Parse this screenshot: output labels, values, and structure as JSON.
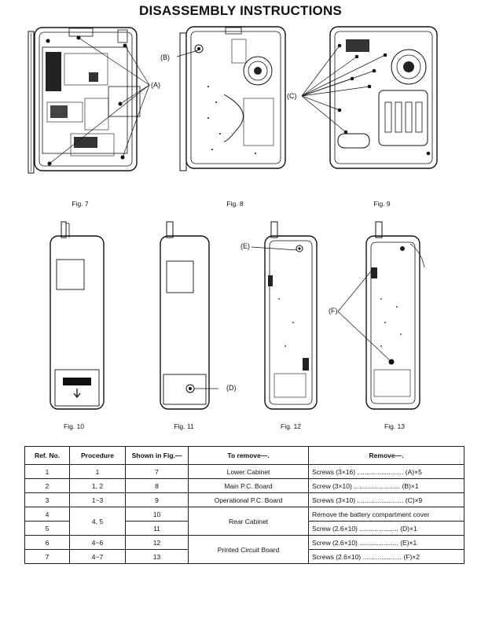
{
  "page": {
    "title": "DISASSEMBLY INSTRUCTIONS"
  },
  "figures": {
    "fig7": {
      "caption": "Fig. 7",
      "callouts": [
        "(A)"
      ]
    },
    "fig8": {
      "caption": "Fig. 8",
      "callouts": [
        "(B)"
      ]
    },
    "fig9": {
      "caption": "Fig. 9",
      "callouts": [
        "(C)"
      ]
    },
    "fig10": {
      "caption": "Fig. 10",
      "callouts": []
    },
    "fig11": {
      "caption": "Fig. 11",
      "callouts": [
        "(D)"
      ]
    },
    "fig12": {
      "caption": "Fig. 12",
      "callouts": [
        "(E)"
      ]
    },
    "fig13": {
      "caption": "Fig. 13",
      "callouts": [
        "(F)"
      ]
    }
  },
  "table": {
    "headers": [
      "Ref. No.",
      "Procedure",
      "Shown in Fig.—",
      "To remove—.",
      "Remove—."
    ],
    "rows": [
      {
        "ref": "1",
        "procedure": "1",
        "fig": "7",
        "part": "Lower Cabinet",
        "remove": "Screws  (3×16) ......................... (A)×5"
      },
      {
        "ref": "2",
        "procedure": "1, 2",
        "fig": "8",
        "part": "Main P.C. Board",
        "remove": "Screw    (3×10) ......................... (B)×1"
      },
      {
        "ref": "3",
        "procedure": "1~3",
        "fig": "9",
        "part": "Operational P.C. Board",
        "remove": "Screws  (3×10) ......................... (C)×9"
      },
      {
        "ref": "4",
        "procedure": "4, 5",
        "fig": "10",
        "part": "Rear Cabinet",
        "remove": "Remove the battery compartment cover"
      },
      {
        "ref": "5",
        "procedure": "",
        "fig": "11",
        "part": "",
        "remove": "Screw    (2.6×10) ..................... (D)×1"
      },
      {
        "ref": "6",
        "procedure": "4~6",
        "fig": "12",
        "part": "Printed Circuit Board",
        "remove": "Screw    (2.6×10) ..................... (E)×1"
      },
      {
        "ref": "7",
        "procedure": "4~7",
        "fig": "13",
        "part": "",
        "remove": "Screws  (2.6×10) ..................... (F)×2"
      }
    ]
  }
}
